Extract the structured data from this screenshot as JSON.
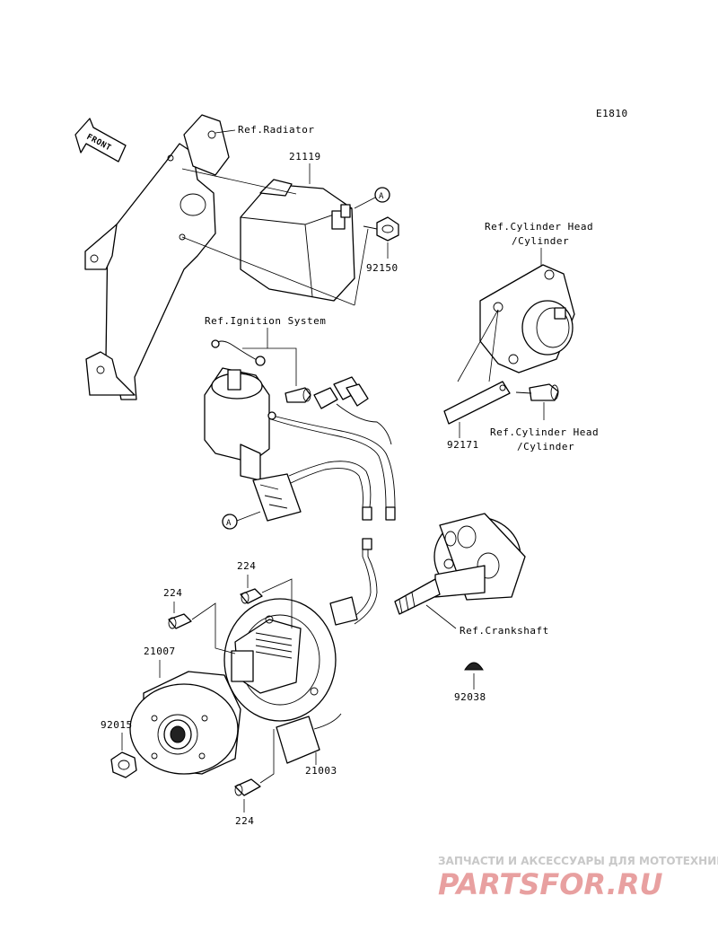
{
  "diagram_code": "E1810",
  "front_label": "FRONT",
  "labels": {
    "ref_radiator": "Ref.Radiator",
    "p21119": "21119",
    "p92150": "92150",
    "ref_ignition": "Ref.Ignition System",
    "ref_cyl_head_1_line1": "Ref.Cylinder Head",
    "ref_cyl_head_1_line2": "/Cylinder",
    "ref_cyl_head_2_line1": "Ref.Cylinder Head",
    "ref_cyl_head_2_line2": "/Cylinder",
    "p92171": "92171",
    "ref_crankshaft": "Ref.Crankshaft",
    "p92038": "92038",
    "p224_a": "224",
    "p224_b": "224",
    "p224_c": "224",
    "p21007": "21007",
    "p92015": "92015",
    "p21003": "21003",
    "marker_a_top": "A",
    "marker_a_bottom": "A"
  },
  "watermark": {
    "tagline": "ЗАПЧАСТИ И АКСЕССУАРЫ ДЛЯ МОТОТЕХНИКИ",
    "logo": "PARTSFOR.RU",
    "color_red": "#e8a0a0",
    "color_grey": "#c8c8c8"
  }
}
